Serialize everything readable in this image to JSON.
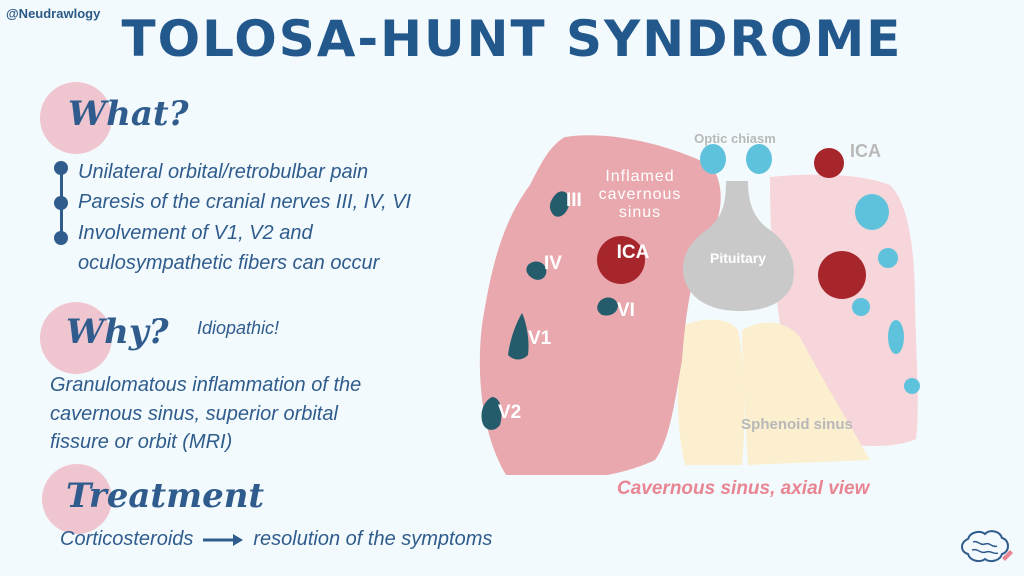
{
  "handle": "@Neudrawlogy",
  "title": "TOLOSA-HUNT SYNDROME",
  "what": {
    "heading": "What?",
    "bullets": [
      "Unilateral orbital/retrobulbar pain",
      "Paresis of the cranial nerves III, IV, VI",
      "Involvement of V1, V2 and",
      "oculosympathetic fibers can occur"
    ]
  },
  "why": {
    "heading": "Why?",
    "note": "Idiopathic!",
    "lines": [
      "Granulomatous inflammation of the",
      "cavernous sinus, superior orbital",
      "fissure or orbit (MRI)"
    ]
  },
  "treatment": {
    "heading": "Treatment",
    "left": "Corticosteroids",
    "right": "resolution of the symptoms"
  },
  "diagram": {
    "labels": {
      "inflamed_1": "Inflamed",
      "inflamed_2": "cavernous",
      "inflamed_3": "sinus",
      "optic_chiasm": "Optic chiasm",
      "ica_top": "ICA",
      "ica_left": "ICA",
      "pituitary": "Pituitary",
      "sphenoid": "Sphenoid sinus",
      "n3": "III",
      "n4": "IV",
      "n6": "VI",
      "v1": "V1",
      "v2": "V2"
    },
    "caption": "Cavernous sinus, axial view"
  },
  "colors": {
    "title": "#23588d",
    "text": "#2f5c8c",
    "inflamed": "#e8a8ad",
    "normal_sinus": "#f6d6da",
    "nerve": "#245c6c",
    "ica": "#a7262b",
    "blue_vessel": "#5fc2dc",
    "pituitary": "#c9c9c9",
    "sphenoid": "#fbefd0",
    "caption": "#e88593"
  }
}
